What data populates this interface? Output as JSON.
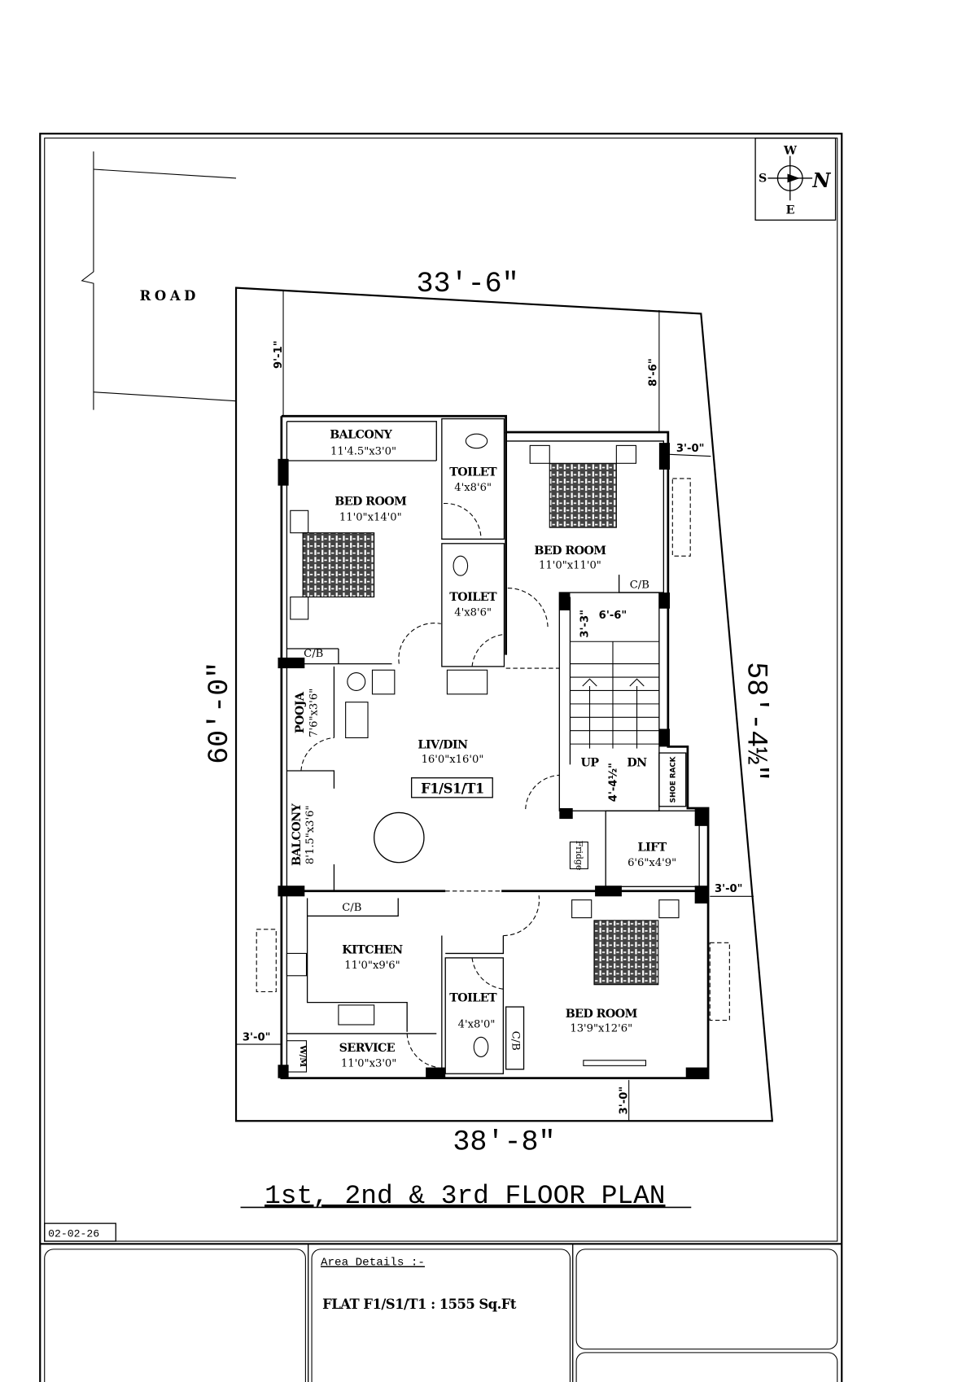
{
  "road_label": "R O A D",
  "compass": {
    "w": "W",
    "s": "S",
    "e": "E",
    "n": "N"
  },
  "plot_dims": {
    "top": "33'-6\"",
    "bottom": "38'-8\"",
    "left": "60'-0\"",
    "right": "58'-4½\""
  },
  "setbacks": {
    "front_left": "9'-1\"",
    "front_right": "8'-6\"",
    "right_top": "3'-0\"",
    "right_mid": "3'-0\"",
    "left_bottom": "3'-0\"",
    "rear": "3'-0\""
  },
  "rooms": [
    {
      "name": "BALCONY",
      "size": "11'4.5\"x3'0\""
    },
    {
      "name": "TOILET",
      "size": "4'x8'6\""
    },
    {
      "name": "BED ROOM",
      "size": "11'0\"x14'0\""
    },
    {
      "name": "BED ROOM",
      "size": "11'0\"x11'0\""
    },
    {
      "name": "TOILET",
      "size": "4'x8'6\""
    },
    {
      "name": "POOJA",
      "size": "7'6\"x3'6\""
    },
    {
      "name": "LIV/DIN",
      "size": "16'0\"x16'0\""
    },
    {
      "name": "BALCONY",
      "size": "8'1.5\"x3'6\""
    },
    {
      "name": "LIFT",
      "size": "6'6\"x4'9\""
    },
    {
      "name": "KITCHEN",
      "size": "11'0\"x9'6\""
    },
    {
      "name": "TOILET",
      "size": "4'x8'0\""
    },
    {
      "name": "BED ROOM",
      "size": "13'9\"x12'6\""
    },
    {
      "name": "SERVICE",
      "size": "11'0\"x3'0\""
    }
  ],
  "fixtures": {
    "cb": "C/B",
    "up": "UP",
    "dn": "DN",
    "fridge": "Fridge",
    "shoe_rack": "SHOE RACK",
    "wm": "W/M"
  },
  "stair_dims": {
    "width": "6'-6\"",
    "landing": "3'-3\"",
    "lobby": "4'-4½\""
  },
  "flat_tag": "F1/S1/T1",
  "title": "1st, 2nd & 3rd FLOOR PLAN",
  "date": "02-02-26",
  "area": {
    "heading": "Area Details :-",
    "line": "FLAT F1/S1/T1 : 1555 Sq.Ft"
  }
}
